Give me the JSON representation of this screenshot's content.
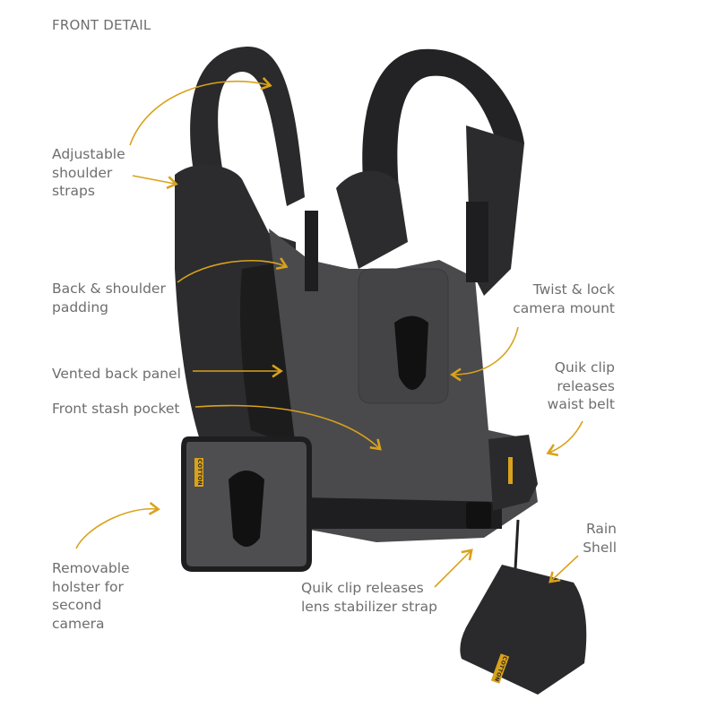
{
  "title": "FRONT DETAIL",
  "colors": {
    "arrow": "#d9a21b",
    "text": "#6e6e6e",
    "vest": "#4a4a4c",
    "strap": "#1e1e20"
  },
  "callouts": [
    {
      "lines": [
        "Adjustable",
        "shoulder",
        "straps"
      ]
    },
    {
      "lines": [
        "Back & shoulder",
        "padding"
      ]
    },
    {
      "lines": [
        "Vented back panel"
      ]
    },
    {
      "lines": [
        "Front stash pocket"
      ]
    },
    {
      "lines": [
        "Removable",
        "holster for",
        "second",
        "camera"
      ]
    },
    {
      "lines": [
        "Twist & lock",
        "camera mount"
      ]
    },
    {
      "lines": [
        "Quik clip",
        "releases",
        "waist belt"
      ]
    },
    {
      "lines": [
        "Rain",
        "Shell"
      ]
    },
    {
      "lines": [
        "Quik clip releases",
        "lens stabilizer strap"
      ]
    }
  ],
  "brand_tag": "COTTON"
}
